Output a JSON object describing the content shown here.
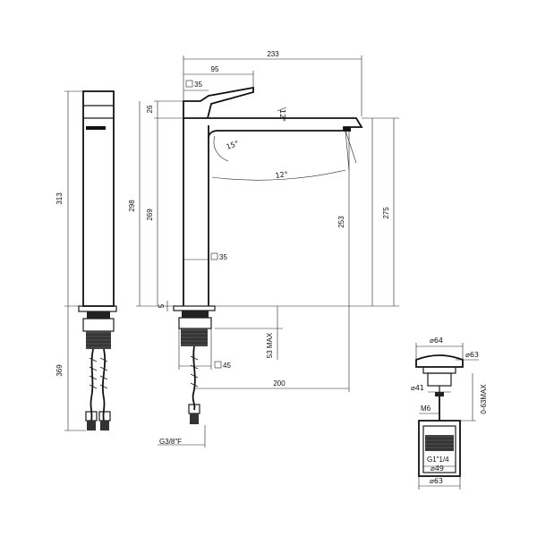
{
  "dimensions": {
    "overall_length": "233",
    "spout_offset": "95",
    "handle_square": "35",
    "handle_height": "26",
    "spout_angle_top": "12°",
    "spout_angle_lower": "12°",
    "handle_rotation": "15°",
    "side_total_height": "313",
    "body_height_298": "298",
    "body_height_269": "269",
    "outlet_height_253": "253",
    "total_height_275": "275",
    "body_square_mid": "35",
    "base_gap": "5",
    "deck_max": "53 MAX",
    "base_square": "45",
    "hole_offset": "200",
    "hose_length": "369",
    "thread_label": "G3/8\"F"
  },
  "waste": {
    "top_diameter": "64",
    "cap_diameter": "63",
    "stem_diameter": "41",
    "range": "0-63MAX",
    "thread_m": "M6",
    "thread_g": "G1\"1/4",
    "base_49": "49",
    "base_63": "63"
  }
}
